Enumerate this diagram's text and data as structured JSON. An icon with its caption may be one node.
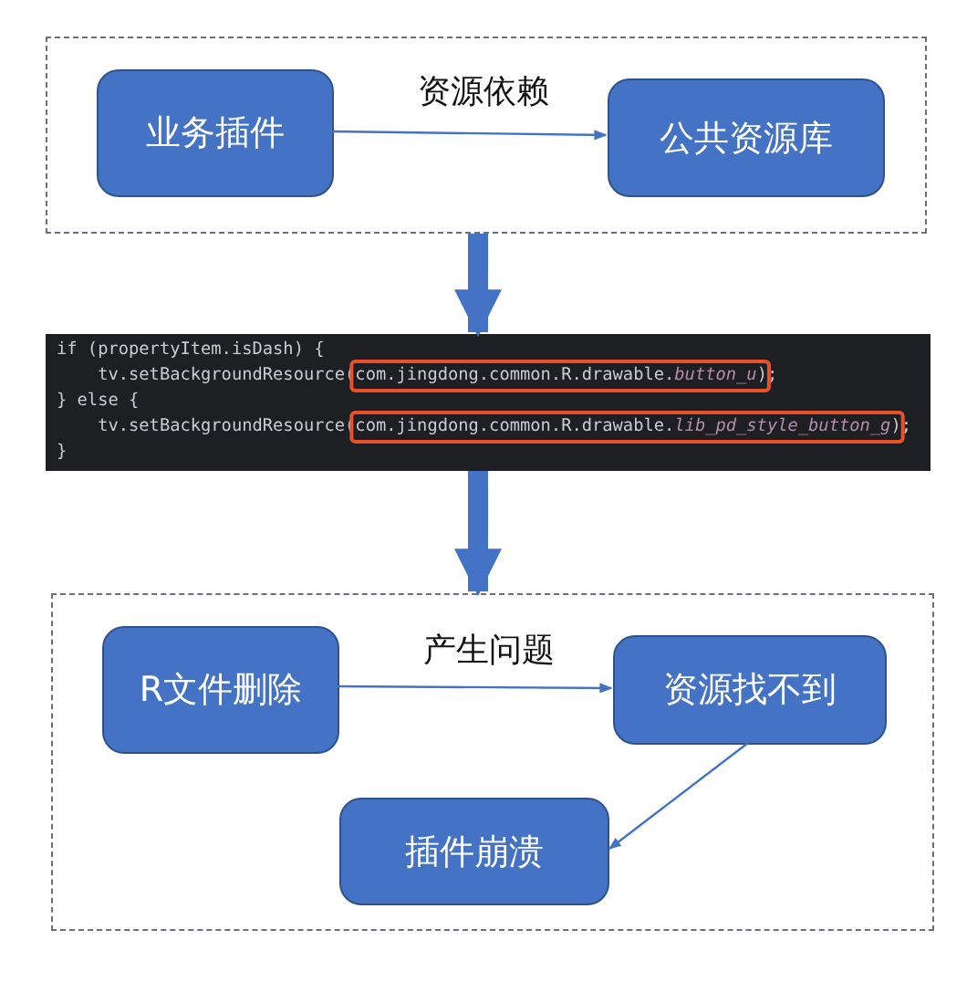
{
  "diagram": {
    "nodes": [
      {
        "text": [],
        "shape": "box"
      },
      {
        "text": [
          "业务插件"
        ],
        "in": 0
      },
      {
        "text": [
          "公共资源库"
        ],
        "in": 0
      },
      {
        "text": [
          "if (propertyItem.isDash) {",
          "    tv.setBackgroundResource(com.jingdong.common.R.drawable.*button_u*);",
          "} else {",
          "    tv.setBackgroundResource(com.jingdong.common.R.drawable.*lib_pd_style_button_g*);",
          "}"
        ]
      },
      {
        "text": [],
        "shape": "box"
      },
      {
        "text": [
          "R文件删除"
        ],
        "in": 4
      },
      {
        "text": [
          "资源找不到"
        ],
        "in": 4
      },
      {
        "text": [
          "插件崩溃"
        ],
        "in": 4
      }
    ],
    "edges": [
      {
        "from": 1,
        "to": 2,
        "arrow": "to",
        "label": "资源依赖"
      },
      {
        "from": 0,
        "to": 3,
        "arrow": "to",
        "style": "thick"
      },
      {
        "from": 3,
        "to": 4,
        "arrow": "to",
        "style": "thick"
      },
      {
        "from": 5,
        "to": 6,
        "arrow": "to",
        "label": "产生问题"
      },
      {
        "from": 6,
        "to": 7,
        "arrow": "to"
      }
    ]
  }
}
